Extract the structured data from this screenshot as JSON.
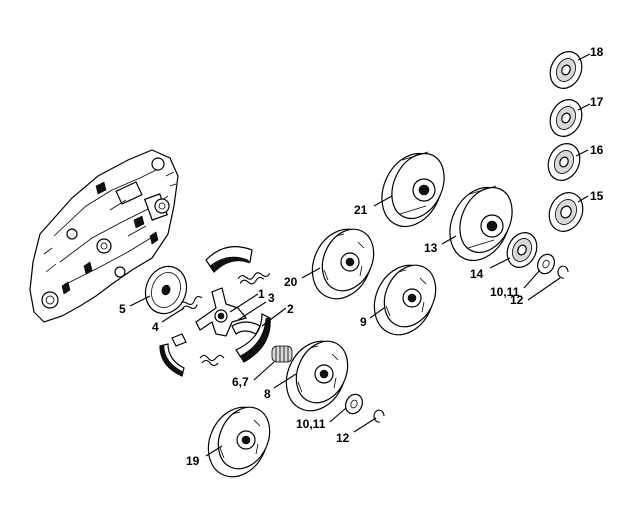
{
  "labels": {
    "p1": "1",
    "p2": "2",
    "p3": "3",
    "p4": "4",
    "p5": "5",
    "p67": "6,7",
    "p8": "8",
    "p9": "9",
    "p1011a": "10,11",
    "p1011b": "10,11",
    "p12a": "12",
    "p12b": "12",
    "p13": "13",
    "p14": "14",
    "p15": "15",
    "p16": "16",
    "p17": "17",
    "p18": "18",
    "p19": "19",
    "p20": "20",
    "p21": "21"
  }
}
